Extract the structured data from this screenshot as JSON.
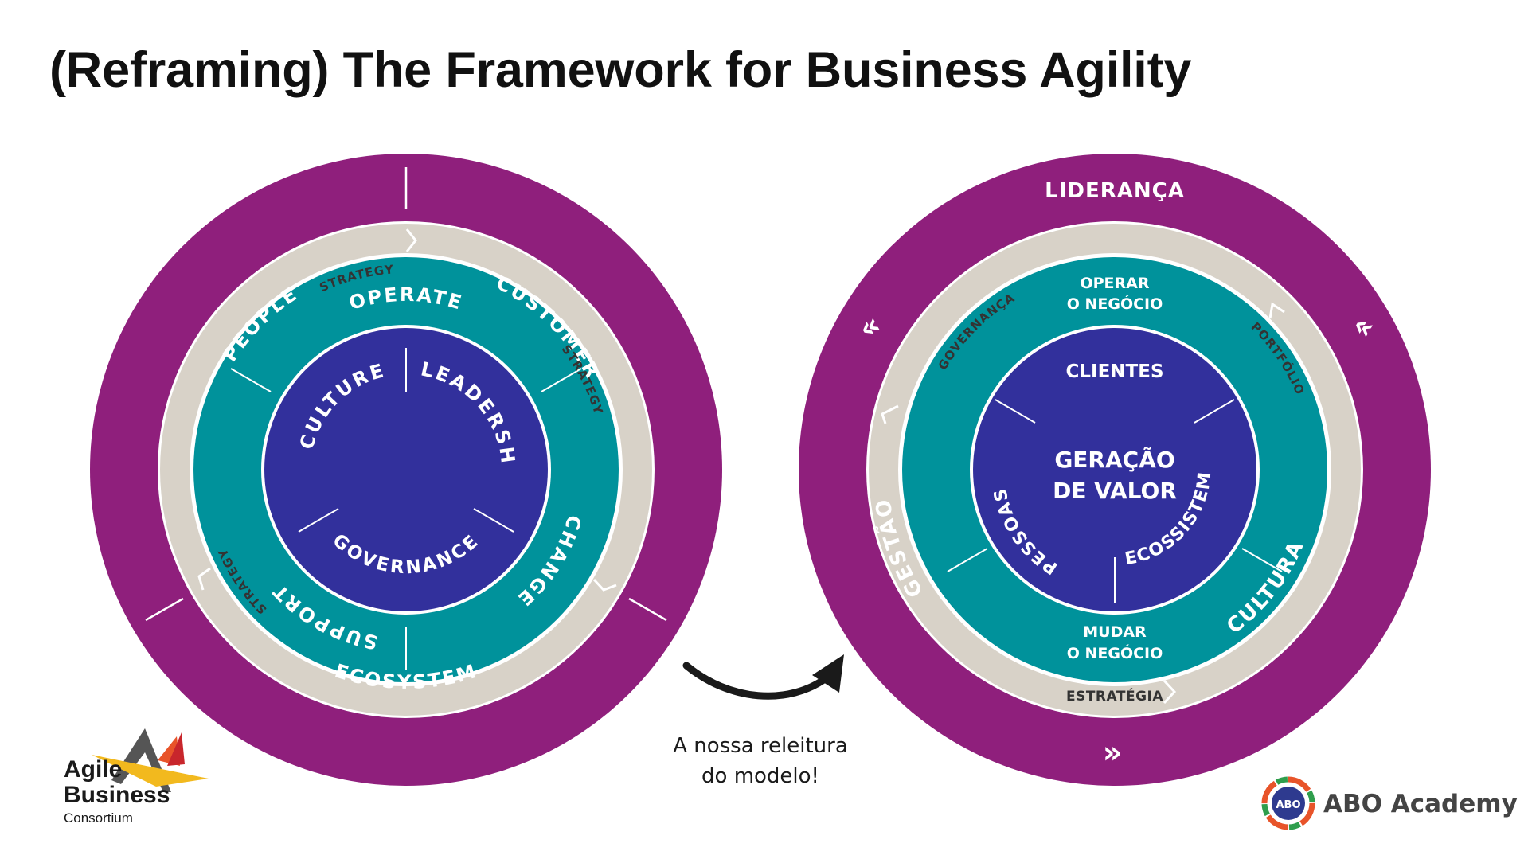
{
  "title": "(Reframing) The Framework for Business Agility",
  "colors": {
    "purple": "#8f1f7c",
    "beige": "#d8d2c8",
    "teal": "#00929b",
    "indigo": "#32309c",
    "white": "#ffffff",
    "text_dark": "#1a1a1a"
  },
  "left_diagram": {
    "outer_ring": {
      "people": "PEOPLE",
      "customer": "CUSTOMER",
      "ecosystem": "ECOSYSTEM"
    },
    "strategy_ring": {
      "top": "STRATEGY",
      "right": "STRATEGY",
      "left": "STRATEGY"
    },
    "middle_ring": {
      "operate": "OPERATE",
      "change": "CHANGE",
      "support": "SUPPORT"
    },
    "core": {
      "culture": "CULTURE",
      "leadership": "LEADERSHIP",
      "governance": "GOVERNANCE"
    }
  },
  "right_diagram": {
    "outer_ring": {
      "top": "LIDERANÇA",
      "left": "GESTÃO",
      "right": "CULTURA"
    },
    "strategy_ring": {
      "left": "GOVERNANÇA",
      "right": "PORTFÓLIO",
      "bottom": "ESTRATÉGIA"
    },
    "middle_ring": {
      "top_line1": "OPERAR",
      "top_line2": "O NEGÓCIO",
      "bottom_line1": "MUDAR",
      "bottom_line2": "O NEGÓCIO"
    },
    "core": {
      "clientes": "CLIENTES",
      "center_line1": "GERAÇÃO",
      "center_line2": "DE VALOR",
      "pessoas": "PESSOAS",
      "ecossistema": "ECOSSISTEMA"
    },
    "chevrons": {
      "left": "«",
      "right": "«",
      "bottom": "»"
    }
  },
  "annotation": {
    "line1": "A nossa releitura",
    "line2": "do modelo!"
  },
  "logos": {
    "agile": {
      "line1": "Agile",
      "line2": "Business",
      "line3": "Consortium"
    },
    "abo": {
      "badge": "ABO",
      "name": "ABO Academy"
    }
  }
}
